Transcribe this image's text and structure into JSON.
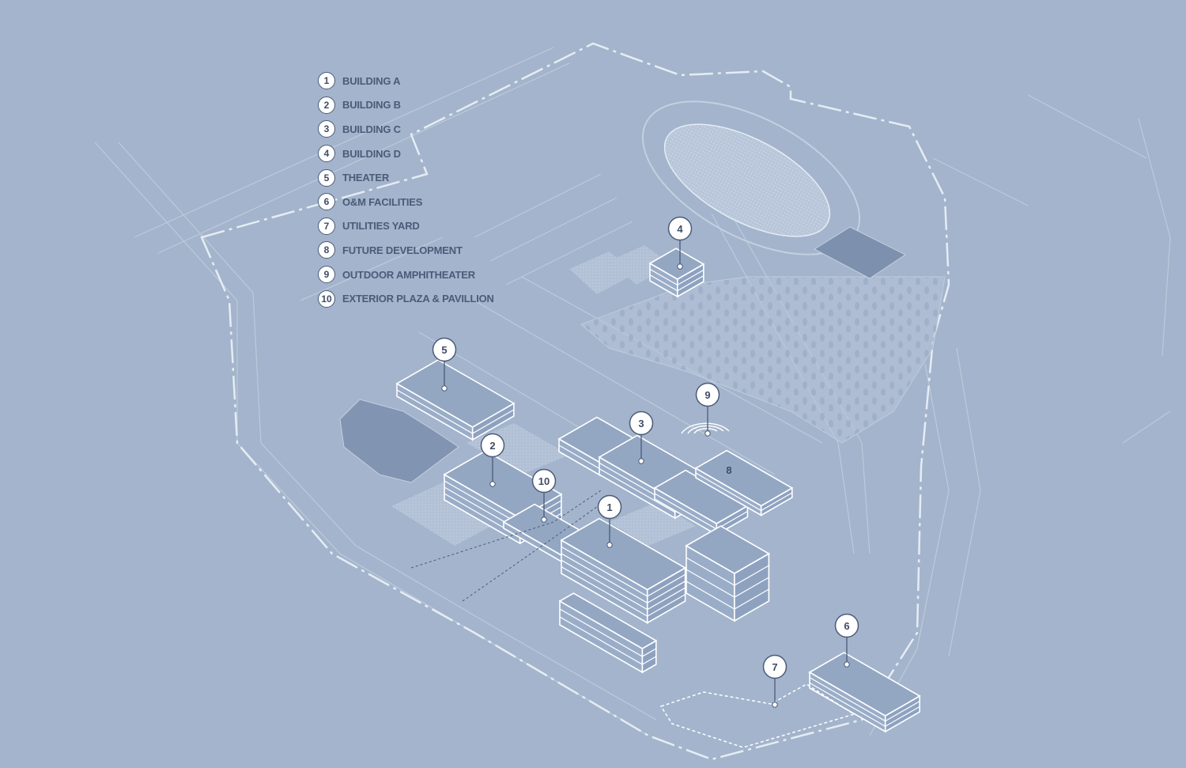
{
  "legend": [
    {
      "num": "1",
      "label": "BUILDING A"
    },
    {
      "num": "2",
      "label": "BUILDING B"
    },
    {
      "num": "3",
      "label": "BUILDING C"
    },
    {
      "num": "4",
      "label": "BUILDING D"
    },
    {
      "num": "5",
      "label": "THEATER"
    },
    {
      "num": "6",
      "label": "O&M FACILITIES"
    },
    {
      "num": "7",
      "label": "UTILITIES YARD"
    },
    {
      "num": "8",
      "label": "FUTURE DEVELOPMENT"
    },
    {
      "num": "9",
      "label": "OUTDOOR AMPHITHEATER"
    },
    {
      "num": "10",
      "label": "EXTERIOR PLAZA & PAVILLION"
    }
  ],
  "markers": {
    "m1": "1",
    "m2": "2",
    "m3": "3",
    "m4": "4",
    "m5": "5",
    "m6": "6",
    "m7": "7",
    "m8": "8",
    "m9": "9",
    "m10": "10"
  },
  "colors": {
    "background": "#a3b4cc",
    "building": "#93a6c2",
    "line": "#ffffff",
    "text": "#4b5b78"
  }
}
